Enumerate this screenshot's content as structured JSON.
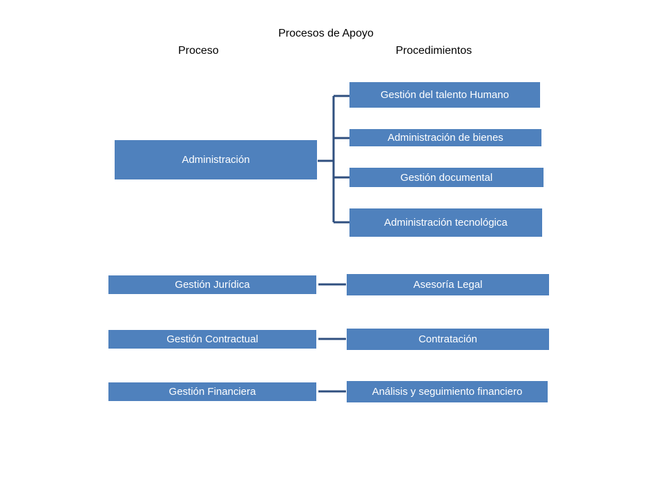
{
  "header": {
    "title": "Procesos de Apoyo",
    "process_col": "Proceso",
    "procedures_col": "Procedimientos"
  },
  "groups": [
    {
      "process": "Administración",
      "procedures": [
        "Gestión del talento Humano",
        "Administración de bienes",
        "Gestión documental",
        "Administración tecnológica"
      ]
    },
    {
      "process": "Gestión Jurídica",
      "procedures": [
        "Asesoría Legal"
      ]
    },
    {
      "process": "Gestión Contractual",
      "procedures": [
        "Contratación"
      ]
    },
    {
      "process": "Gestión Financiera",
      "procedures": [
        "Análisis y seguimiento financiero"
      ]
    }
  ],
  "colors": {
    "box_fill": "#4f81bd",
    "connector": "#2f4f7f"
  }
}
